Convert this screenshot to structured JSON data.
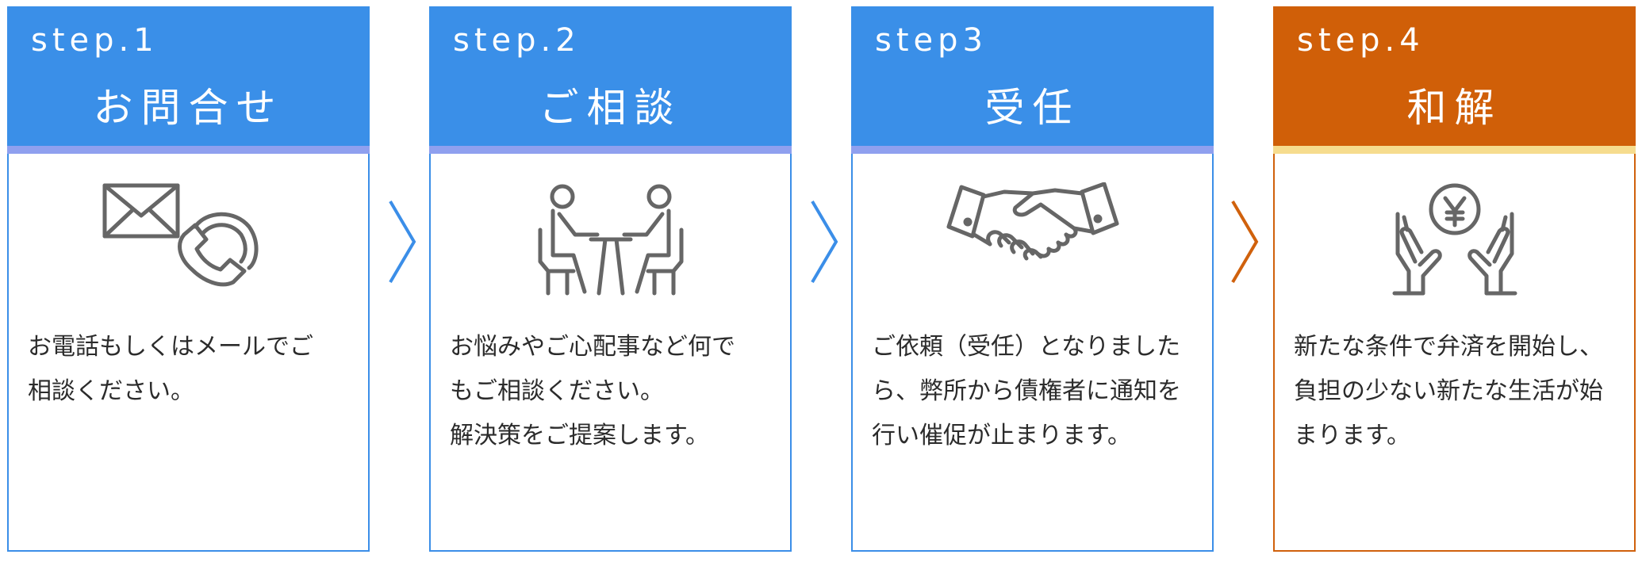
{
  "colors": {
    "blue": "#3a8fe8",
    "orange": "#d05f08",
    "blue_bar": "#8fa0ef",
    "orange_bar": "#f6dc8e",
    "icon_gray": "#666666"
  },
  "steps": [
    {
      "label": "step.1",
      "title": "お問合せ",
      "icon": "mail-phone-icon",
      "description": "お電話もしくはメールでご\n相談ください。"
    },
    {
      "label": "step.2",
      "title": "ご相談",
      "icon": "consultation-icon",
      "description": "お悩みやご心配事など何で\nもご相談ください。\n解決策をご提案します。"
    },
    {
      "label": "step3",
      "title": "受任",
      "icon": "handshake-icon",
      "description": "ご依頼（受任）となりました\nら、弊所から債権者に通知を\n行い催促が止まります。"
    },
    {
      "label": "step.4",
      "title": "和解",
      "icon": "yen-hands-icon",
      "description": "新たな条件で弁済を開始し、\n負担の少ない新たな生活が始\nまります。"
    }
  ]
}
